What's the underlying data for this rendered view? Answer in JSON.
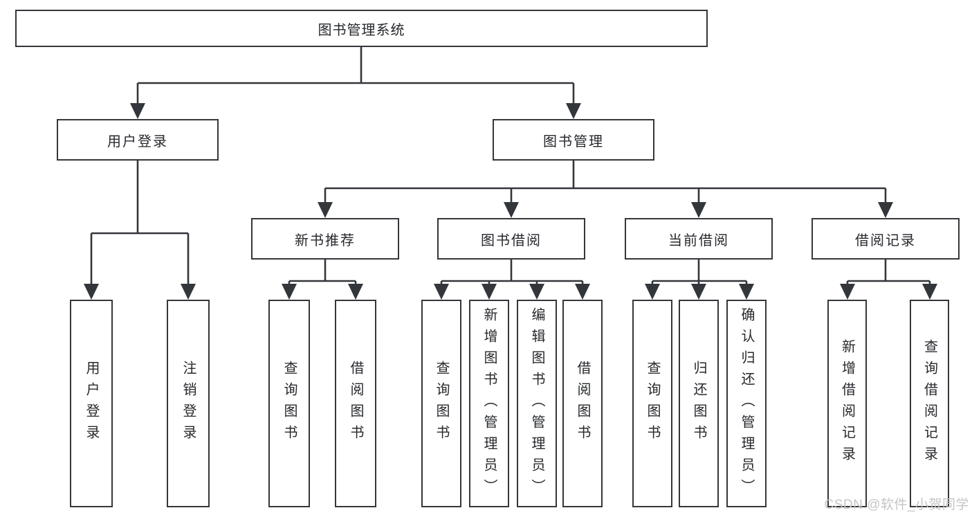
{
  "diagram_title": "图书管理系统",
  "tree": {
    "label": "图书管理系统",
    "children": [
      {
        "label": "用户登录",
        "children": [
          {
            "label": "用户登录"
          },
          {
            "label": "注销登录"
          }
        ]
      },
      {
        "label": "图书管理",
        "children": [
          {
            "label": "新书推荐",
            "children": [
              {
                "label": "查询图书"
              },
              {
                "label": "借阅图书"
              }
            ]
          },
          {
            "label": "图书借阅",
            "children": [
              {
                "label": "查询图书"
              },
              {
                "label": "新增图书（管理员）"
              },
              {
                "label": "编辑图书（管理员）"
              },
              {
                "label": "借阅图书"
              }
            ]
          },
          {
            "label": "当前借阅",
            "children": [
              {
                "label": "查询图书"
              },
              {
                "label": "归还图书"
              },
              {
                "label": "确认归还（管理员）"
              }
            ]
          },
          {
            "label": "借阅记录",
            "children": [
              {
                "label": "新增借阅记录"
              },
              {
                "label": "查询借阅记录"
              }
            ]
          }
        ]
      }
    ]
  },
  "watermark": "CSDN @软件_小贺同学",
  "colors": {
    "line": "#33363a",
    "text": "#26282c",
    "box_background": "#ffffff",
    "watermark": "#c5c5c5"
  }
}
